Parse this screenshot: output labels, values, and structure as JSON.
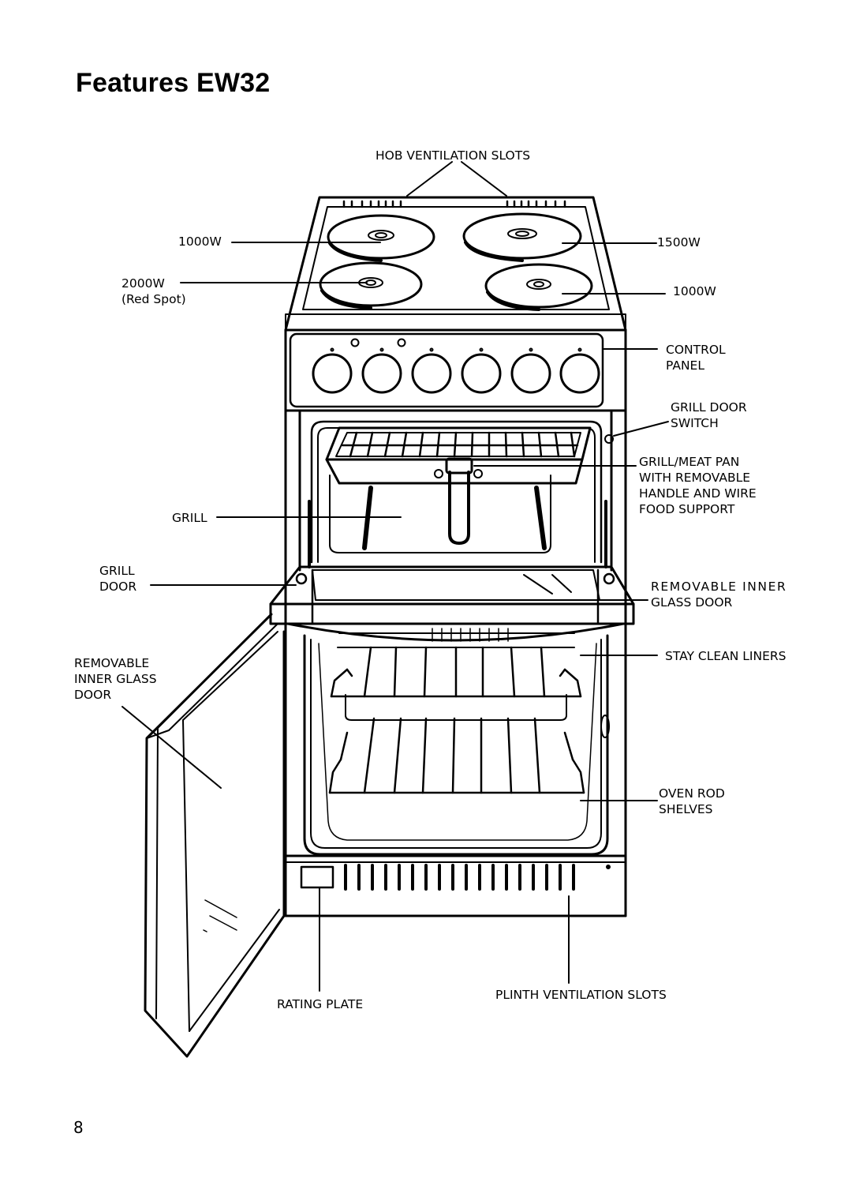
{
  "title": "Features EW32",
  "page_number": "8",
  "labels": {
    "hob_ventilation_slots": "HOB VENTILATION SLOTS",
    "hotplate_rear_left": "1000W",
    "hotplate_front_left": "2000W\n(Red Spot)",
    "hotplate_rear_right": "1500W",
    "hotplate_front_right": "1000W",
    "control_panel": "CONTROL\nPANEL",
    "grill_door_switch": "GRILL DOOR\nSWITCH",
    "grill_meat_pan": "GRILL/MEAT PAN\nWITH REMOVABLE\nHANDLE AND WIRE\nFOOD SUPPORT",
    "grill": "GRILL",
    "grill_door": "GRILL\nDOOR",
    "removable_inner_glass_door_right_1": "REMOVABLE INNER",
    "removable_inner_glass_door_right_2": "GLASS DOOR",
    "stay_clean_liners": "STAY CLEAN LINERS",
    "removable_inner_glass_door_left": "REMOVABLE\nINNER GLASS\nDOOR",
    "oven_rod_shelves": "OVEN ROD\nSHELVES",
    "rating_plate": "RATING PLATE",
    "plinth_ventilation_slots": "PLINTH VENTILATION SLOTS"
  }
}
